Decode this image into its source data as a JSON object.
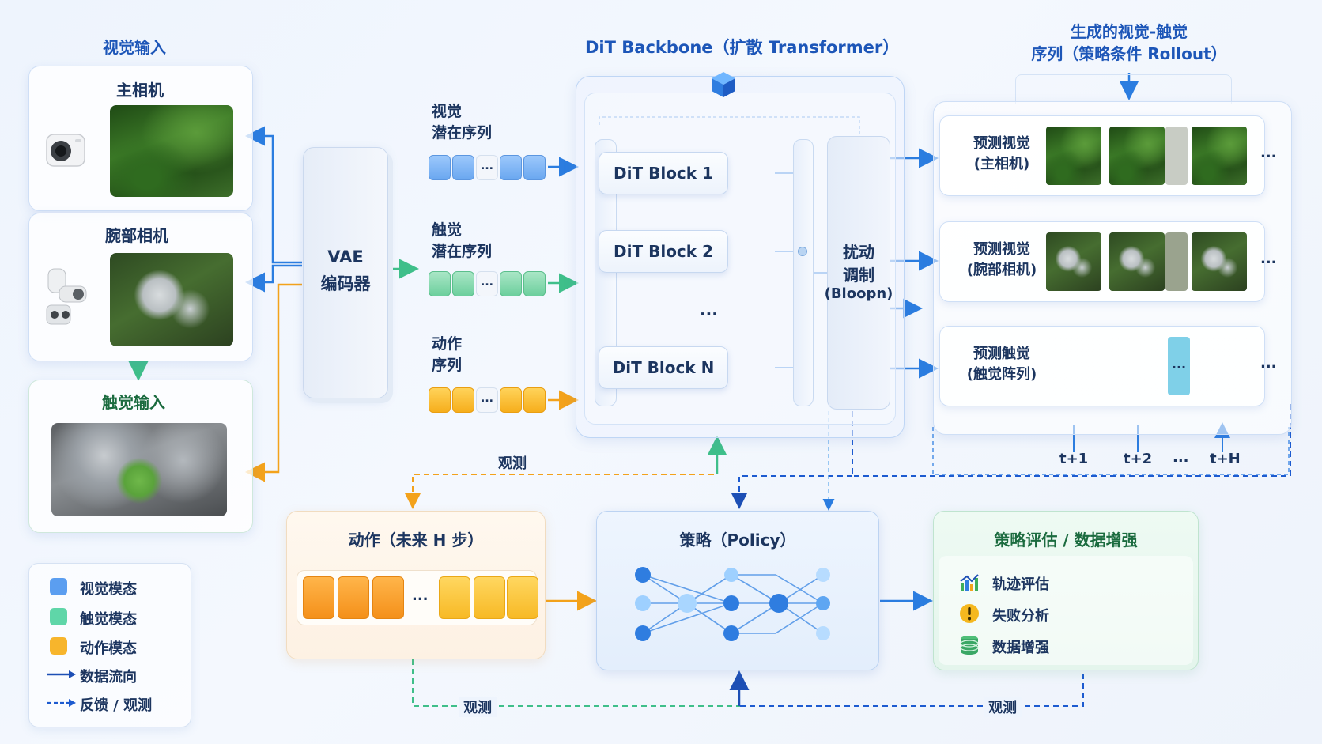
{
  "inputs": {
    "visual_title": "视觉输入",
    "main_cam": "主相机",
    "wrist_cam": "腕部相机",
    "tactile_title": "触觉输入"
  },
  "vae": {
    "line1": "VAE",
    "line2": "编码器"
  },
  "sequences": {
    "visual": {
      "line1": "视觉",
      "line2": "潜在序列"
    },
    "tactile": {
      "line1": "触觉",
      "line2": "潜在序列"
    },
    "action": {
      "line1": "动作",
      "line2": "序列"
    },
    "ellipsis": "..."
  },
  "dit": {
    "title": "DiT Backbone（扩散 Transformer）",
    "block1": "DiT Block 1",
    "block2": "DiT Block 2",
    "middle": "...",
    "blockN": "DiT Block N",
    "modulation": {
      "line1": "扰动",
      "line2": "调制",
      "line3": "(Bloopn)"
    }
  },
  "generated": {
    "title_line1": "生成的视觉-触觉",
    "title_line2": "序列（策略条件 Rollout）",
    "rows": [
      {
        "line1": "预测视觉",
        "line2": "(主相机)"
      },
      {
        "line1": "预测视觉",
        "line2": "(腕部相机)"
      },
      {
        "line1": "预测触觉",
        "line2": "(触觉阵列)"
      }
    ],
    "time_labels": [
      "t+1",
      "t+2",
      "...",
      "t+H"
    ],
    "ellipsis": "..."
  },
  "action_box": {
    "title": "动作（未来 H 步）",
    "ellipsis": "..."
  },
  "policy": {
    "title": "策略（Policy）"
  },
  "evaluation": {
    "title": "策略评估 / 数据增强",
    "items": [
      "轨迹评估",
      "失败分析",
      "数据增强"
    ]
  },
  "observations": {
    "top": "观测",
    "bottom_left": "观测",
    "bottom_right": "观测"
  },
  "legend": {
    "items": [
      "视觉模态",
      "触觉模态",
      "动作模态",
      "数据流向",
      "反馈 / 观测"
    ],
    "colors": {
      "visual": "#5b9ef0",
      "tactile": "#5fd6a8",
      "action": "#f7b52c",
      "flow": "#1d4fb5"
    }
  },
  "icons": [
    "camera-icon",
    "robot-arm-icon",
    "cube-icon",
    "chart-icon",
    "warning-icon",
    "database-icon",
    "neural-network-icon"
  ]
}
